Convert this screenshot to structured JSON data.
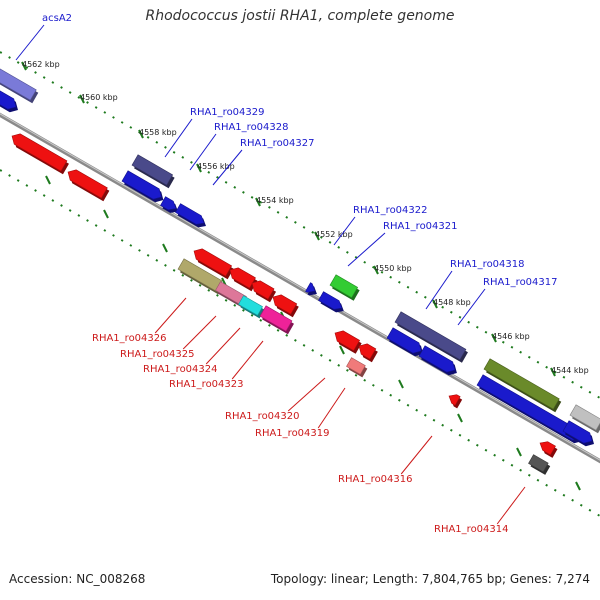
{
  "title": "Rhodococcus jostii RHA1, complete genome",
  "footer": {
    "accession": "Accession: NC_008268",
    "summary": "Topology: linear; Length: 7,804,765 bp; Genes: 7,274"
  },
  "colors": {
    "backbone": "#888888",
    "tick": "#1e7a1e",
    "forward_label": "#1a1acc",
    "reverse_label": "#cc1a1a"
  },
  "ticks": [
    "4562 kbp",
    "4560 kbp",
    "4558 kbp",
    "4556 kbp",
    "4554 kbp",
    "4552 kbp",
    "4550 kbp",
    "4548 kbp",
    "4546 kbp",
    "4544 kbp"
  ],
  "labels": {
    "forward": [
      "acsA2",
      "RHA1_ro04329",
      "RHA1_ro04328",
      "RHA1_ro04327",
      "RHA1_ro04322",
      "RHA1_ro04321",
      "RHA1_ro04318",
      "RHA1_ro04317"
    ],
    "reverse": [
      "RHA1_ro04326",
      "RHA1_ro04325",
      "RHA1_ro04324",
      "RHA1_ro04323",
      "RHA1_ro04320",
      "RHA1_ro04319",
      "RHA1_ro04316",
      "RHA1_ro04314"
    ]
  }
}
